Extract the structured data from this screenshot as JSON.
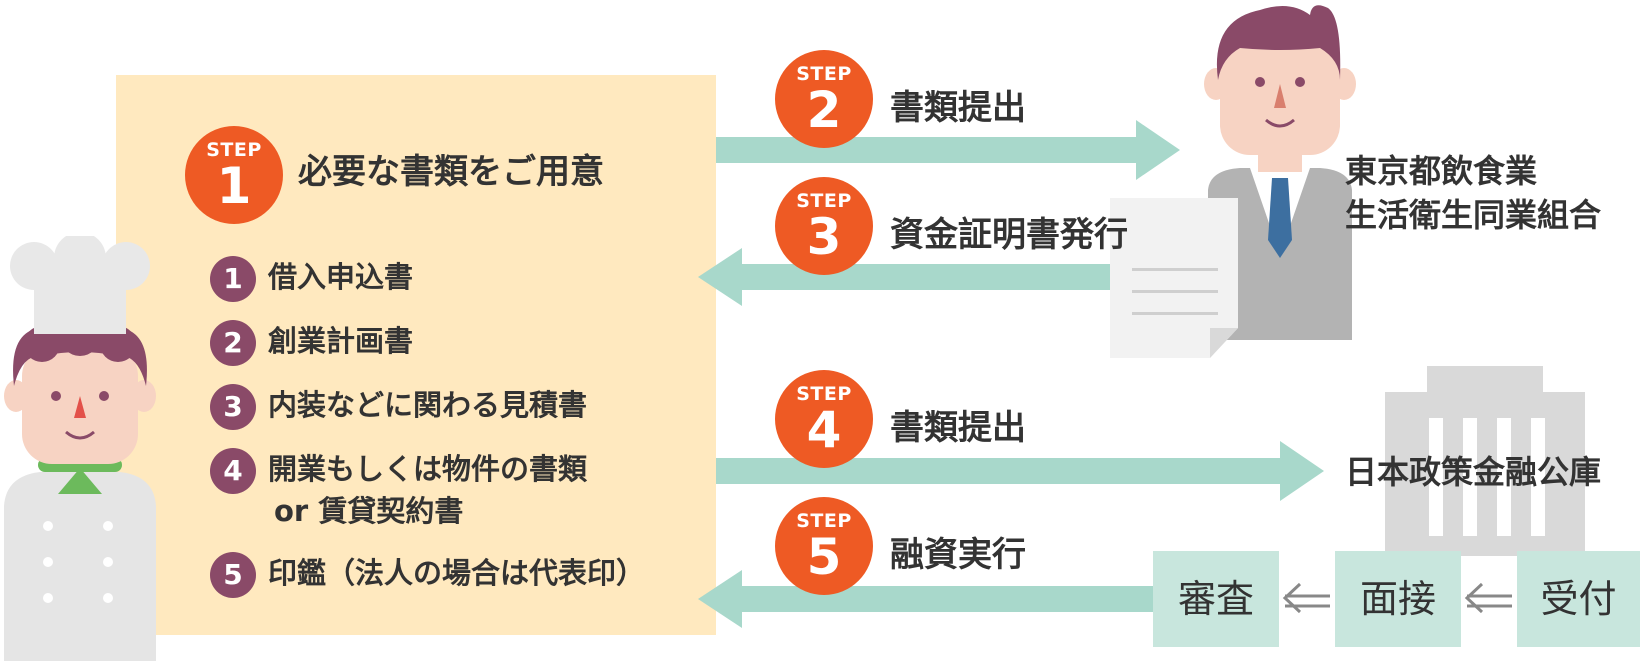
{
  "colors": {
    "panel": "#ffe9bf",
    "step_circle": "#ee5a24",
    "doc_number_circle": "#8a4a68",
    "arrow": "#a8d8cb",
    "process_box": "#c8e6dd",
    "text": "#333333"
  },
  "steps": [
    {
      "word": "STEP",
      "number": "1",
      "label": "必要な書類をご用意"
    },
    {
      "word": "STEP",
      "number": "2",
      "label": "書類提出"
    },
    {
      "word": "STEP",
      "number": "3",
      "label": "資金証明書発行"
    },
    {
      "word": "STEP",
      "number": "4",
      "label": "書類提出"
    },
    {
      "word": "STEP",
      "number": "5",
      "label": "融資実行"
    }
  ],
  "documents": [
    {
      "number": "1",
      "text": "借入申込書"
    },
    {
      "number": "2",
      "text": "創業計画書"
    },
    {
      "number": "3",
      "text": "内装などに関わる見積書"
    },
    {
      "number": "4",
      "text": "開業もしくは物件の書類",
      "text2": "or 賃貸契約書"
    },
    {
      "number": "5",
      "text": "印鑑（法人の場合は代表印）"
    }
  ],
  "organizations": {
    "union_line1": "東京都飲食業",
    "union_line2": "生活衛生同業組合",
    "bank": "日本政策金融公庫"
  },
  "process": [
    {
      "label": "審査"
    },
    {
      "label": "面接"
    },
    {
      "label": "受付"
    }
  ],
  "icons": {
    "chef": "chef-icon",
    "official": "businessman-icon",
    "certificate": "document-icon",
    "building": "building-icon"
  }
}
